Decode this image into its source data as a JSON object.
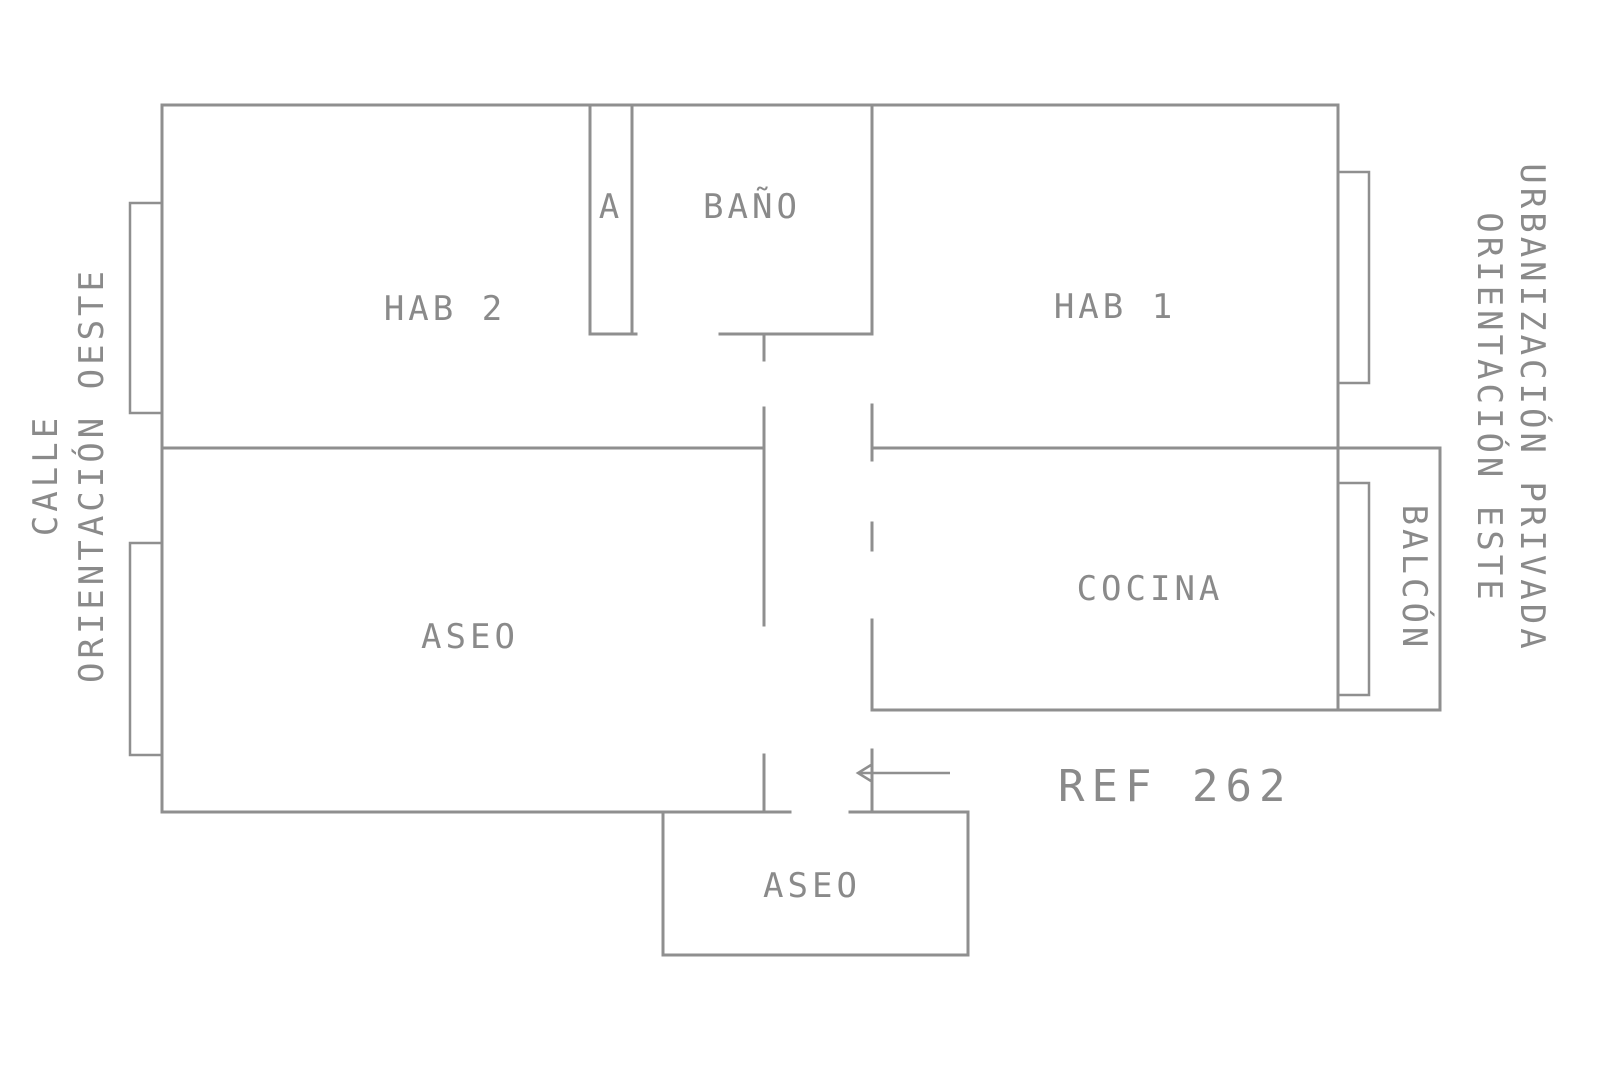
{
  "rooms": {
    "hab2": "HAB 2",
    "armario": "A",
    "bano": "BAÑO",
    "hab1": "HAB 1",
    "aseo_left": "ASEO",
    "cocina": "COCINA",
    "balcon": "BALCÓN",
    "aseo_bottom": "ASEO"
  },
  "orientation": {
    "west_line1": "CALLE",
    "west_line2": "ORIENTACIÓN OESTE",
    "east_line1": "URBANIZACIÓN PRIVADA",
    "east_line2": "ORIENTACIÓN ESTE"
  },
  "reference": "REF 262",
  "colors": {
    "line": "#8f8f8f",
    "text": "#8a8a8a",
    "background": "#ffffff"
  }
}
